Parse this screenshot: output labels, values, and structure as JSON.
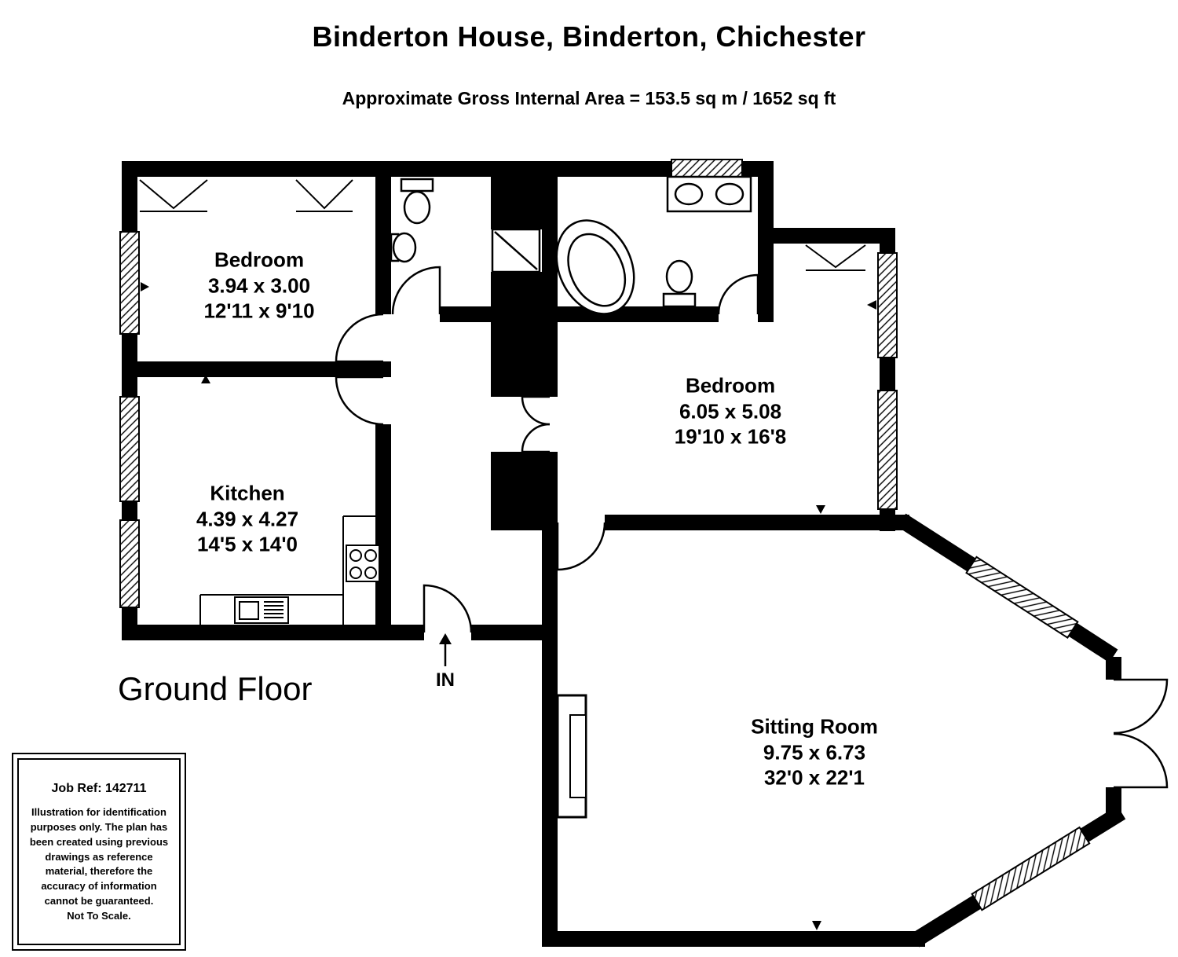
{
  "header": {
    "title": "Binderton House, Binderton, Chichester",
    "area_note": "Approximate Gross Internal Area = 153.5 sq m / 1652 sq ft"
  },
  "plan": {
    "floor_label": "Ground Floor",
    "entrance_label": "IN",
    "rooms": [
      {
        "name": "Bedroom",
        "metric": "3.94 x 3.00",
        "imperial": "12'11 x 9'10"
      },
      {
        "name": "Kitchen",
        "metric": "4.39 x 4.27",
        "imperial": "14'5 x 14'0"
      },
      {
        "name": "Bedroom",
        "metric": "6.05 x 5.08",
        "imperial": "19'10 x 16'8"
      },
      {
        "name": "Sitting Room",
        "metric": "9.75 x 6.73",
        "imperial": "32'0 x 22'1"
      }
    ]
  },
  "legend": {
    "job_ref": "Job Ref: 142711",
    "disclaimer": "Illustration for identification purposes only. The plan has been created using previous drawings as reference material, therefore the accuracy of information cannot be guaranteed.",
    "not_to_scale": "Not To Scale."
  },
  "colors": {
    "wall": "#000000",
    "background": "#ffffff"
  }
}
